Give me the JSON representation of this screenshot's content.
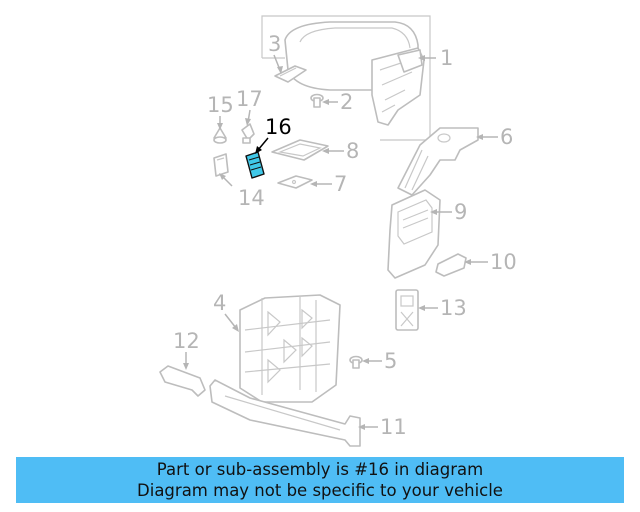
{
  "diagram": {
    "callouts": {
      "c1": "1",
      "c2": "2",
      "c3": "3",
      "c4": "4",
      "c5": "5",
      "c6": "6",
      "c7": "7",
      "c8": "8",
      "c9": "9",
      "c10": "10",
      "c11": "11",
      "c12": "12",
      "c13": "13",
      "c14": "14",
      "c15": "15",
      "c16": "16",
      "c17": "17"
    },
    "highlighted_part": "16",
    "highlight_color": "#40c8e8"
  },
  "banner": {
    "line1": "Part or sub-assembly is #16 in diagram",
    "line2": "Diagram may not be specific to your vehicle",
    "background": "#4fbdf5"
  }
}
